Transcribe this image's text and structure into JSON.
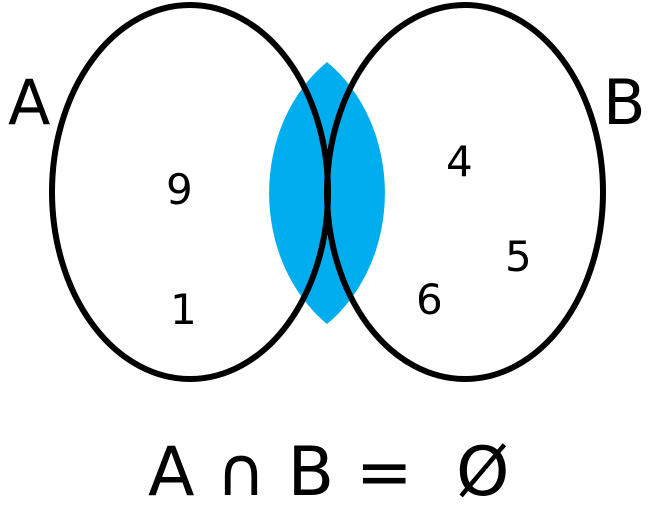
{
  "diagram": {
    "type": "venn",
    "sets": [
      {
        "name": "A",
        "elements": [
          "9",
          "1"
        ]
      },
      {
        "name": "B",
        "elements": [
          "4",
          "5",
          "6"
        ]
      }
    ],
    "intersection": {
      "elements": []
    },
    "equation": "A ∩ B =  Ø",
    "colors": {
      "intersection_fill": "#00AEEF",
      "outline": "#000000",
      "background": "#FFFFFF"
    }
  }
}
